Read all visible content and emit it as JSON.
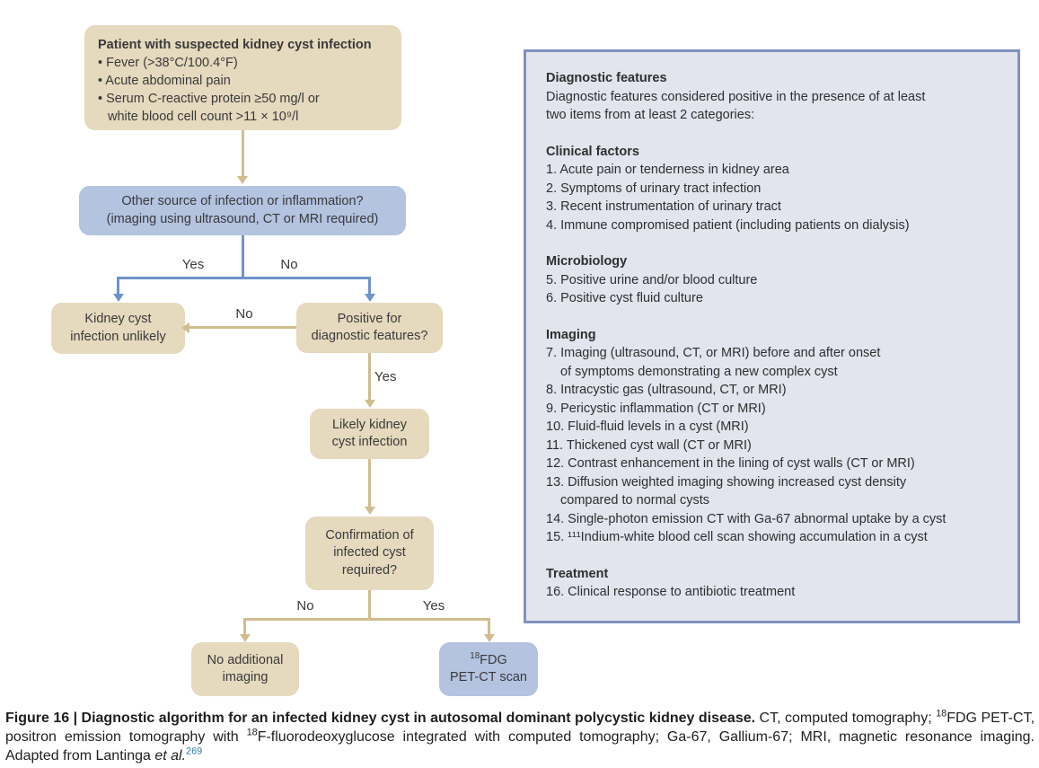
{
  "colors": {
    "tan_node": "#e5d9be",
    "blue_node": "#b3c3e0",
    "tan_arrow": "#d1bc8f",
    "blue_arrow": "#6e94c9",
    "panel_background": "#e2e4ee",
    "panel_border": "#8091c0",
    "text": "#3a3a3a",
    "reference_link": "#2e7ca6"
  },
  "flowchart": {
    "nodes": {
      "patient": {
        "title": "Patient with suspected kidney cyst infection",
        "bullets": [
          "• Fever (>38°C/100.4°F)",
          "• Acute abdominal pain",
          "• Serum C-reactive protein ≥50 mg/l or\nwhite blood cell count >11 × 10⁹/l"
        ]
      },
      "other_source": "Other source of infection or inflammation?\n(imaging using ultrasound, CT or MRI required)",
      "unlikely": "Kidney cyst\ninfection unlikely",
      "positive": "Positive for\ndiagnostic features?",
      "likely": "Likely kidney\ncyst infection",
      "confirmation": "Confirmation of\ninfected cyst\nrequired?",
      "no_imaging": "No additional\nimaging",
      "petct": {
        "sup": "18",
        "line1": "FDG",
        "line2": "PET-CT scan"
      }
    },
    "labels": {
      "split1_yes": "Yes",
      "split1_no": "No",
      "positive_no": "No",
      "positive_yes": "Yes",
      "split2_no": "No",
      "split2_yes": "Yes"
    }
  },
  "panel": {
    "title": "Diagnostic features",
    "intro": "Diagnostic features considered positive in the presence of at least\ntwo items from at least 2 categories:",
    "sections": [
      {
        "title": "Clinical factors",
        "items": [
          "1. Acute pain or tenderness in kidney area",
          "2. Symptoms of urinary tract infection",
          "3. Recent instrumentation of urinary tract",
          "4. Immune compromised patient (including patients on dialysis)"
        ]
      },
      {
        "title": "Microbiology",
        "items": [
          "5. Positive urine and/or blood culture",
          "6. Positive cyst fluid culture"
        ]
      },
      {
        "title": "Imaging",
        "items": [
          "7. Imaging (ultrasound, CT, or MRI) before and after onset\nof symptoms demonstrating a new complex cyst",
          "8. Intracystic gas (ultrasound, CT, or MRI)",
          "9. Pericystic inflammation (CT or MRI)",
          "10. Fluid-fluid levels in a cyst (MRI)",
          "11. Thickened cyst wall (CT or MRI)",
          "12. Contrast enhancement in the lining of cyst walls (CT or MRI)",
          "13. Diffusion weighted imaging showing increased cyst density\ncompared to normal cysts",
          "14. Single-photon emission CT with Ga-67 abnormal uptake by a cyst",
          "15. ¹¹¹Indium-white blood cell scan showing accumulation in a cyst"
        ]
      },
      {
        "title": "Treatment",
        "items": [
          "16. Clinical response to antibiotic treatment"
        ]
      }
    ]
  },
  "caption": {
    "bold": "Figure 16 | Diagnostic algorithm for an infected kidney cyst in autosomal dominant polycystic kidney disease.",
    "t1": " CT, computed tomography; ",
    "sup1": "18",
    "t2": "FDG PET-CT, positron emission tomography with ",
    "sup2": "18",
    "t3": "F-fluorodeoxyglucose integrated with computed tomography; Ga-67, Gallium-67; MRI, magnetic resonance imaging. Adapted from Lantinga ",
    "italic": "et al.",
    "ref": "269"
  }
}
